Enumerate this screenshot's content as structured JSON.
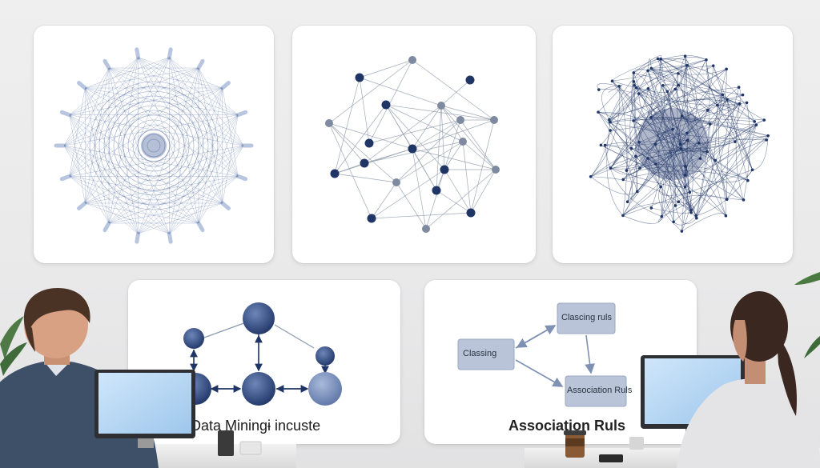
{
  "cards": {
    "mining_caption": "Data Miningɨ incuste",
    "assoc_caption": "Association Ruls",
    "boxes": {
      "classing": "Classing",
      "classing_ruls": "Clascing ruls",
      "association_ruls": "Association Ruls"
    }
  },
  "colors": {
    "navy": "#1f3566",
    "mid_blue": "#5b76a8",
    "light_blue": "#9db3d8",
    "box_fill": "#b9c4d8",
    "node_grey": "#7d8a9f"
  },
  "icons": [
    "computer-monitor-icon",
    "coffee-cup-icon",
    "plant-icon"
  ]
}
